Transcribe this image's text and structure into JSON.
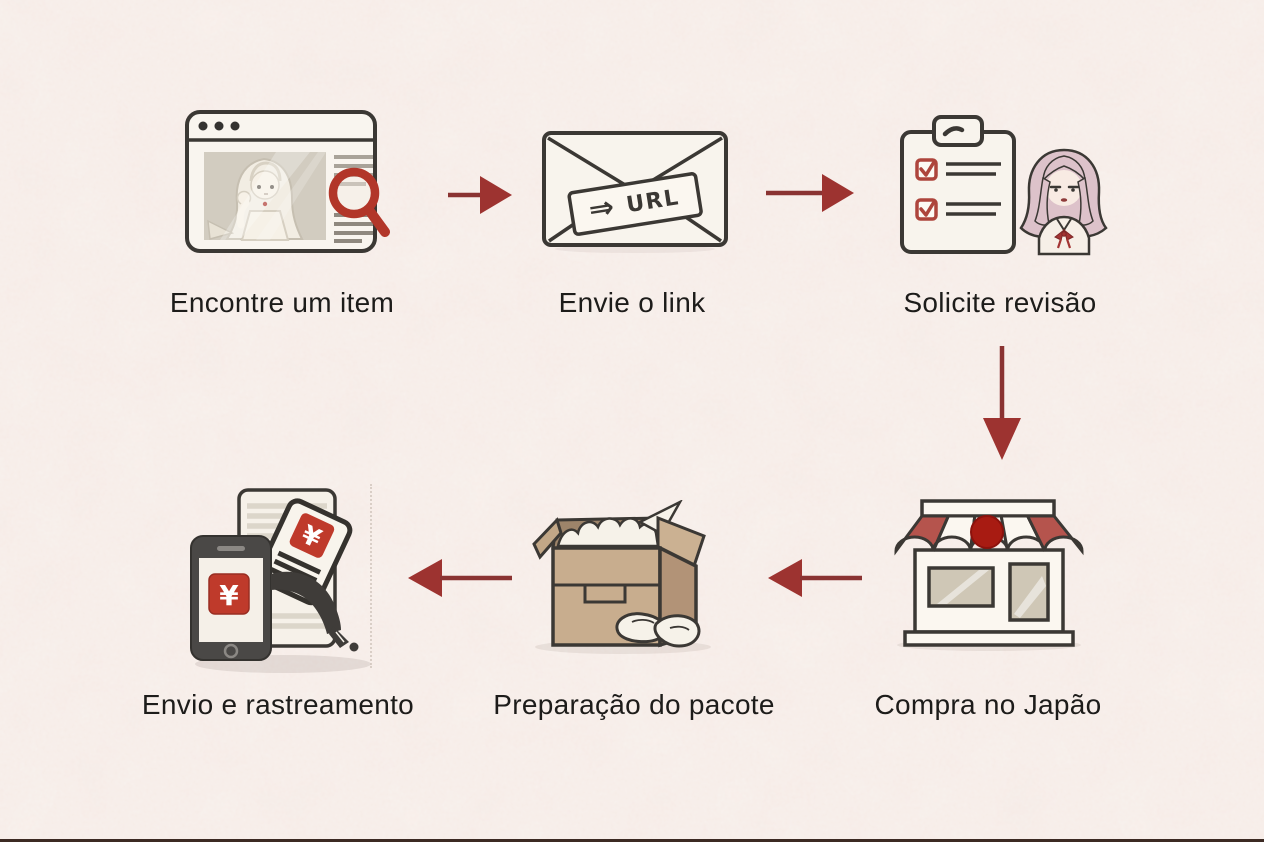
{
  "diagram": {
    "type": "process-flow",
    "language": "pt-BR",
    "step_count": 6
  },
  "steps": [
    {
      "id": "find-item",
      "label": "Encontre um item",
      "icon": "browser-search-illustration"
    },
    {
      "id": "send-link",
      "label": "Envie o link",
      "icon": "envelope-url-illustration"
    },
    {
      "id": "request-review",
      "label": "Solicite revisão",
      "icon": "checklist-reviewer-illustration"
    },
    {
      "id": "purchase-japan",
      "label": "Compra no Japão",
      "icon": "japan-store-illustration"
    },
    {
      "id": "package-prep",
      "label": "Preparação do pacote",
      "icon": "packing-box-illustration"
    },
    {
      "id": "ship-track",
      "label": "Envio e rastreamento",
      "icon": "phone-invoice-illustration"
    }
  ],
  "connections": [
    {
      "from": "find-item",
      "to": "send-link",
      "direction": "right"
    },
    {
      "from": "send-link",
      "to": "request-review",
      "direction": "right"
    },
    {
      "from": "request-review",
      "to": "purchase-japan",
      "direction": "down"
    },
    {
      "from": "purchase-japan",
      "to": "package-prep",
      "direction": "left"
    },
    {
      "from": "package-prep",
      "to": "ship-track",
      "direction": "left"
    }
  ],
  "envelope": {
    "tag_arrow": "⇒",
    "tag_text": "URL"
  },
  "currency": {
    "symbol": "¥"
  },
  "colors": {
    "background": "#f7eee9",
    "arrow": "#9d3330",
    "magnifier_red": "#b23629",
    "checkbox_red": "#ae453c",
    "awning_red": "#b5544d",
    "flag_red": "#a81b12",
    "yen_badge_red": "#bf3a2b",
    "outline": "#3b3834",
    "label_text": "#1d1c1a",
    "cardboard": "#c8ad8e"
  }
}
